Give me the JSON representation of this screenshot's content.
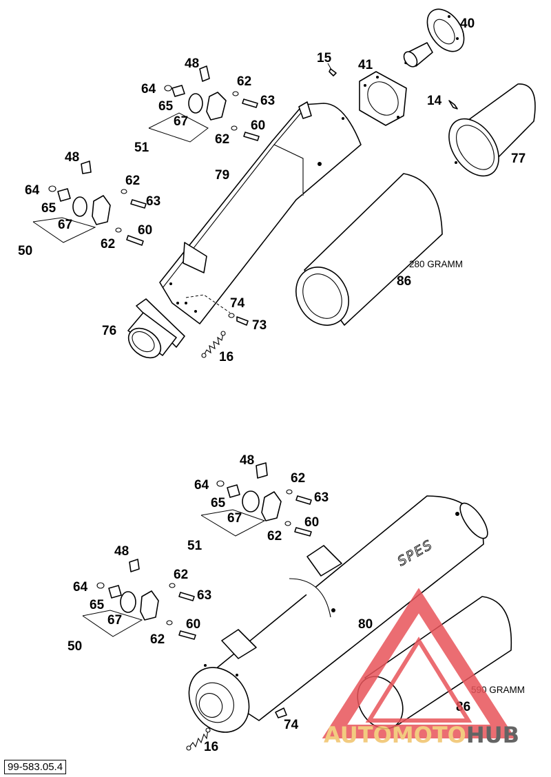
{
  "diagram_code": "99-583.05.4",
  "brand_on_silencer": "SPES",
  "weights": {
    "upper": "280 GRAMM",
    "lower": "590 GRAMM"
  },
  "upper_labels": {
    "p40": "40",
    "p15": "15",
    "p41": "41",
    "p14": "14",
    "p77": "77",
    "p48a": "48",
    "p64a": "64",
    "p65a": "65",
    "p67a": "67",
    "p51": "51",
    "p62a": "62",
    "p63a": "63",
    "p60a": "60",
    "p62b": "62",
    "p79": "79",
    "p48b": "48",
    "p64b": "64",
    "p65b": "65",
    "p67b": "67",
    "p50": "50",
    "p62c": "62",
    "p63b": "63",
    "p60b": "60",
    "p62d": "62",
    "p86": "86",
    "p74": "74",
    "p73": "73",
    "p76": "76",
    "p16": "16"
  },
  "lower_labels": {
    "p48a": "48",
    "p64a": "64",
    "p65a": "65",
    "p67a": "67",
    "p51": "51",
    "p62a": "62",
    "p63a": "63",
    "p60a": "60",
    "p62b": "62",
    "p48b": "48",
    "p64b": "64",
    "p65b": "65",
    "p67b": "67",
    "p50": "50",
    "p62c": "62",
    "p63b": "63",
    "p60b": "60",
    "p62d": "62",
    "p80": "80",
    "p86": "86",
    "p74": "74",
    "p16": "16"
  },
  "watermark": {
    "part1": "AUTOMOTO",
    "part2": "HUB",
    "color_primary": "#e8545a",
    "color_secondary": "#f0c36a",
    "color_dark": "#4a4a4a"
  }
}
